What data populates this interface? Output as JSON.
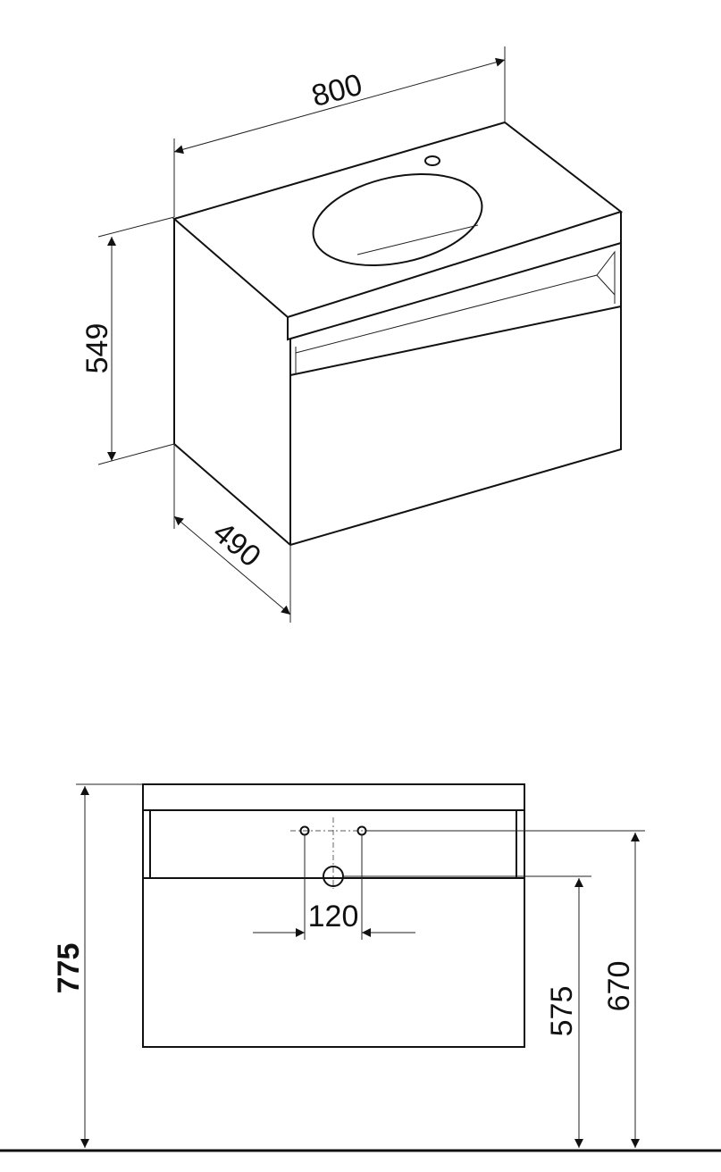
{
  "title": "Vanity unit with washbasin – dimension drawing",
  "perspective_view": {
    "width": "800",
    "height": "549",
    "depth": "490"
  },
  "front_view": {
    "total_height": "775",
    "tap_hole_spacing": "120",
    "drain_height": "575",
    "connection_height": "670"
  },
  "colors": {
    "line": "#111111",
    "background": "#ffffff"
  }
}
